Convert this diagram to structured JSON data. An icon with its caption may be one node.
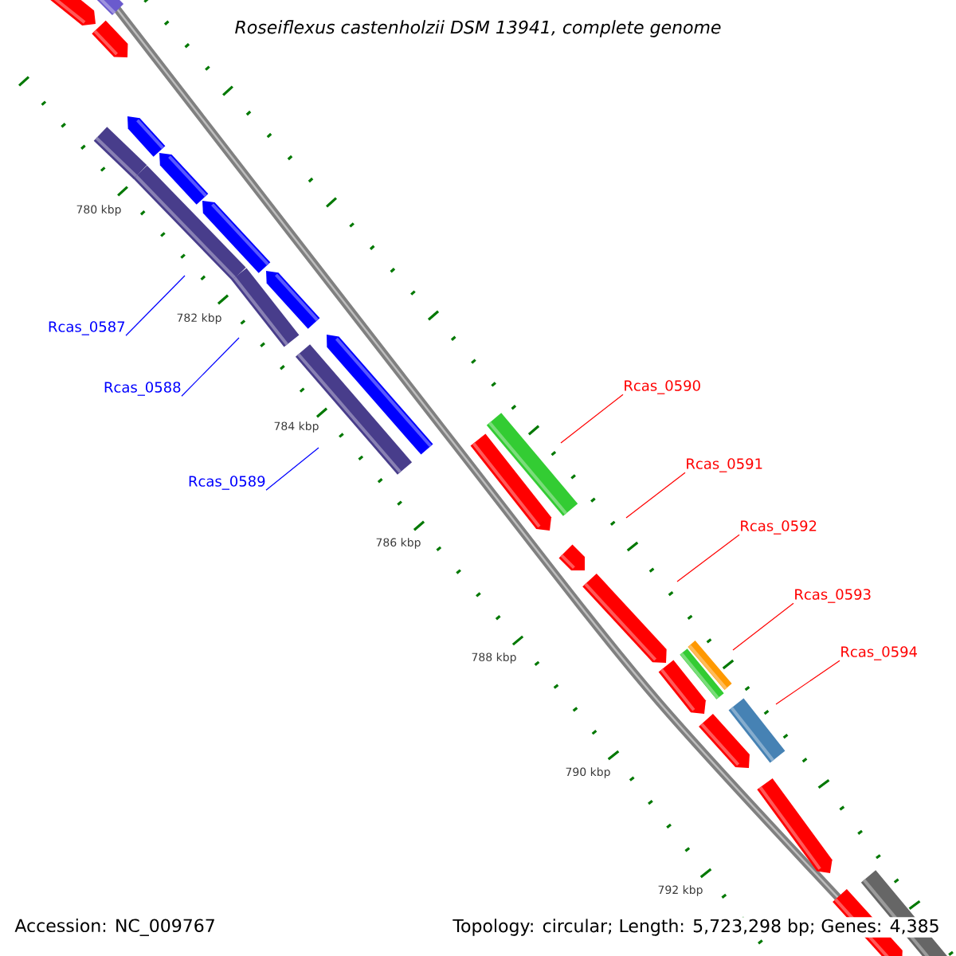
{
  "diagram": {
    "title": "Roseiflexus castenholzii DSM 13941, complete genome",
    "nodes": [
      {
        "text": [
          "Rcas_0587"
        ]
      },
      {
        "text": [
          "Rcas_0588"
        ]
      },
      {
        "text": [
          "Rcas_0589"
        ]
      },
      {
        "text": [
          "Rcas_0590"
        ]
      },
      {
        "text": [
          "Rcas_0591"
        ]
      },
      {
        "text": [
          "Rcas_0592"
        ]
      },
      {
        "text": [
          "Rcas_0593"
        ]
      },
      {
        "text": [
          "Rcas_0594"
        ]
      }
    ],
    "edges": [
      {
        "from": 0,
        "to": null,
        "arrow": "none",
        "color": "#0000ff"
      },
      {
        "from": 1,
        "to": null,
        "arrow": "none",
        "color": "#0000ff"
      },
      {
        "from": 2,
        "to": null,
        "arrow": "none",
        "color": "#0000ff"
      },
      {
        "from": 3,
        "to": null,
        "arrow": "none",
        "color": "#ff0000"
      },
      {
        "from": 4,
        "to": null,
        "arrow": "none",
        "color": "#ff0000"
      },
      {
        "from": 5,
        "to": null,
        "arrow": "none",
        "color": "#ff0000"
      },
      {
        "from": 6,
        "to": null,
        "arrow": "none",
        "color": "#ff0000"
      },
      {
        "from": 7,
        "to": null,
        "arrow": "none",
        "color": "#ff0000"
      }
    ],
    "labels": [
      "780 kbp",
      "782 kbp",
      "784 kbp",
      "786 kbp",
      "788 kbp",
      "790 kbp",
      "792 kbp",
      "Accession: NC_009767",
      "Topology: circular; Length: 5,723,298 bp; Genes: 4,385"
    ]
  }
}
